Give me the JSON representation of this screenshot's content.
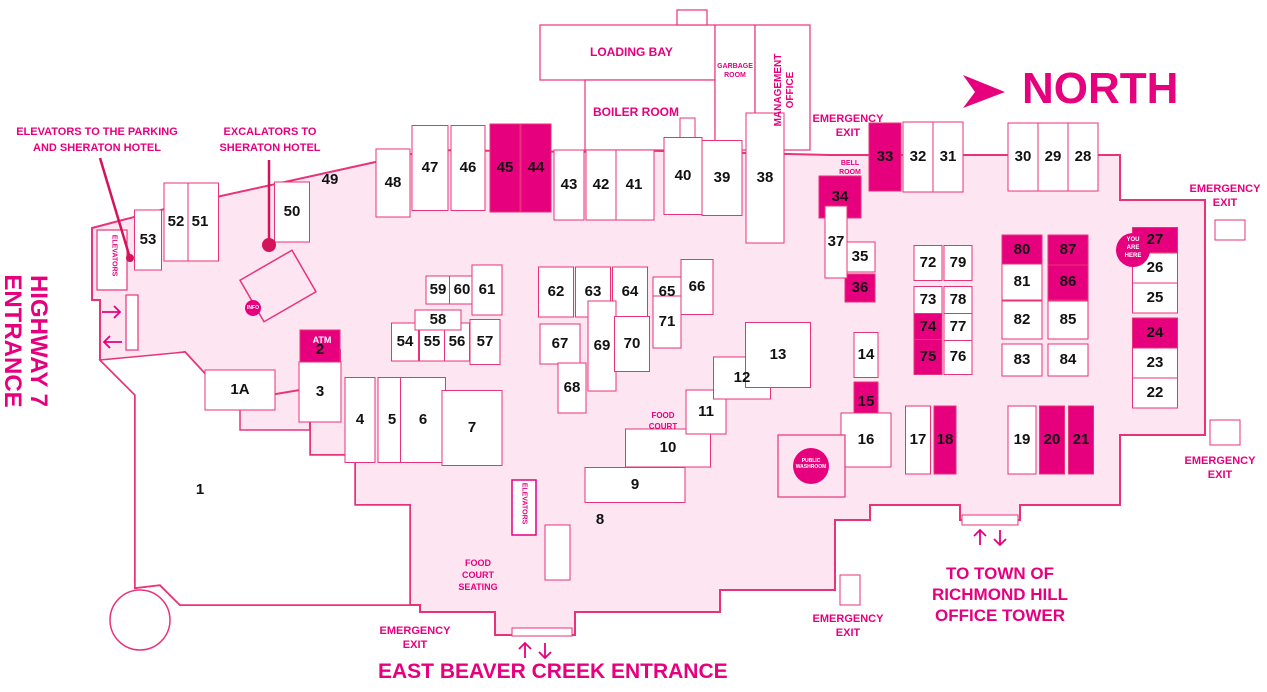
{
  "colors": {
    "accent": "#e6007e",
    "floor": "#fde6f2",
    "outline": "#e8337a",
    "highlight": "#e6007e"
  },
  "north": {
    "label": "NORTH"
  },
  "labels": {
    "elevators_parking": [
      "ELEVATORS TO THE PARKING",
      "AND SHERATON HOTEL"
    ],
    "excalators_sheraton": [
      "EXCALATORS TO",
      "SHERATON HOTEL"
    ],
    "highway7": [
      "HIGHWAY 7",
      "ENTRANCE"
    ],
    "loading_bay": "LOADING BAY",
    "boiler_room": "BOILER ROOM",
    "garbage_room": [
      "GARBAGE",
      "ROOM"
    ],
    "management_office": [
      "MANAGEMENT",
      "OFFICE"
    ],
    "bell_room": [
      "BELL",
      "ROOM"
    ],
    "emergency_exit": [
      "EMERGENCY",
      "EXIT"
    ],
    "you_are_here": [
      "YOU",
      "ARE",
      "HERE"
    ],
    "food_court": [
      "FOOD",
      "COURT"
    ],
    "food_court_seating": [
      "FOOD",
      "COURT",
      "SEATING"
    ],
    "atm": "ATM",
    "info": "INFO",
    "elevators": "ELEVATORS",
    "public_washroom": [
      "PUBLIC",
      "WASHROOM"
    ],
    "town_tower": [
      "TO TOWN OF",
      "RICHMOND HILL",
      "OFFICE TOWER"
    ],
    "east_beaver": "EAST BEAVER CREEK ENTRANCE"
  },
  "units": [
    {
      "id": "1",
      "hl": false
    },
    {
      "id": "1A",
      "hl": false
    },
    {
      "id": "2",
      "hl": true
    },
    {
      "id": "3",
      "hl": false
    },
    {
      "id": "4",
      "hl": false
    },
    {
      "id": "5",
      "hl": false
    },
    {
      "id": "6",
      "hl": false
    },
    {
      "id": "7",
      "hl": false
    },
    {
      "id": "8",
      "hl": false
    },
    {
      "id": "9",
      "hl": false
    },
    {
      "id": "10",
      "hl": false
    },
    {
      "id": "11",
      "hl": false
    },
    {
      "id": "12",
      "hl": false
    },
    {
      "id": "13",
      "hl": false
    },
    {
      "id": "14",
      "hl": false
    },
    {
      "id": "15",
      "hl": true
    },
    {
      "id": "16",
      "hl": false
    },
    {
      "id": "17",
      "hl": false
    },
    {
      "id": "18",
      "hl": true
    },
    {
      "id": "19",
      "hl": false
    },
    {
      "id": "20",
      "hl": true
    },
    {
      "id": "21",
      "hl": true
    },
    {
      "id": "22",
      "hl": false
    },
    {
      "id": "23",
      "hl": false
    },
    {
      "id": "24",
      "hl": true
    },
    {
      "id": "25",
      "hl": false
    },
    {
      "id": "26",
      "hl": false
    },
    {
      "id": "27",
      "hl": true
    },
    {
      "id": "28",
      "hl": false
    },
    {
      "id": "29",
      "hl": false
    },
    {
      "id": "30",
      "hl": false
    },
    {
      "id": "31",
      "hl": false
    },
    {
      "id": "32",
      "hl": false
    },
    {
      "id": "33",
      "hl": true
    },
    {
      "id": "34",
      "hl": true
    },
    {
      "id": "35",
      "hl": false
    },
    {
      "id": "36",
      "hl": true
    },
    {
      "id": "37",
      "hl": false
    },
    {
      "id": "38",
      "hl": false
    },
    {
      "id": "39",
      "hl": false
    },
    {
      "id": "40",
      "hl": false
    },
    {
      "id": "41",
      "hl": false
    },
    {
      "id": "42",
      "hl": false
    },
    {
      "id": "43",
      "hl": false
    },
    {
      "id": "44",
      "hl": true
    },
    {
      "id": "45",
      "hl": true
    },
    {
      "id": "46",
      "hl": false
    },
    {
      "id": "47",
      "hl": false
    },
    {
      "id": "48",
      "hl": false
    },
    {
      "id": "49",
      "hl": false
    },
    {
      "id": "50",
      "hl": false
    },
    {
      "id": "51",
      "hl": false
    },
    {
      "id": "52",
      "hl": false
    },
    {
      "id": "53",
      "hl": false
    },
    {
      "id": "54",
      "hl": false
    },
    {
      "id": "55",
      "hl": false
    },
    {
      "id": "56",
      "hl": false
    },
    {
      "id": "57",
      "hl": false
    },
    {
      "id": "58",
      "hl": false
    },
    {
      "id": "59",
      "hl": false
    },
    {
      "id": "60",
      "hl": false
    },
    {
      "id": "61",
      "hl": false
    },
    {
      "id": "62",
      "hl": false
    },
    {
      "id": "63",
      "hl": false
    },
    {
      "id": "64",
      "hl": false
    },
    {
      "id": "65",
      "hl": false
    },
    {
      "id": "66",
      "hl": false
    },
    {
      "id": "67",
      "hl": false
    },
    {
      "id": "68",
      "hl": false
    },
    {
      "id": "69",
      "hl": false
    },
    {
      "id": "70",
      "hl": false
    },
    {
      "id": "71",
      "hl": false
    },
    {
      "id": "72",
      "hl": false
    },
    {
      "id": "73",
      "hl": false
    },
    {
      "id": "74",
      "hl": true
    },
    {
      "id": "75",
      "hl": true
    },
    {
      "id": "76",
      "hl": false
    },
    {
      "id": "77",
      "hl": false
    },
    {
      "id": "78",
      "hl": false
    },
    {
      "id": "79",
      "hl": false
    },
    {
      "id": "80",
      "hl": true
    },
    {
      "id": "81",
      "hl": false
    },
    {
      "id": "82",
      "hl": false
    },
    {
      "id": "83",
      "hl": false
    },
    {
      "id": "84",
      "hl": false
    },
    {
      "id": "85",
      "hl": false
    },
    {
      "id": "86",
      "hl": true
    },
    {
      "id": "87",
      "hl": true
    }
  ]
}
